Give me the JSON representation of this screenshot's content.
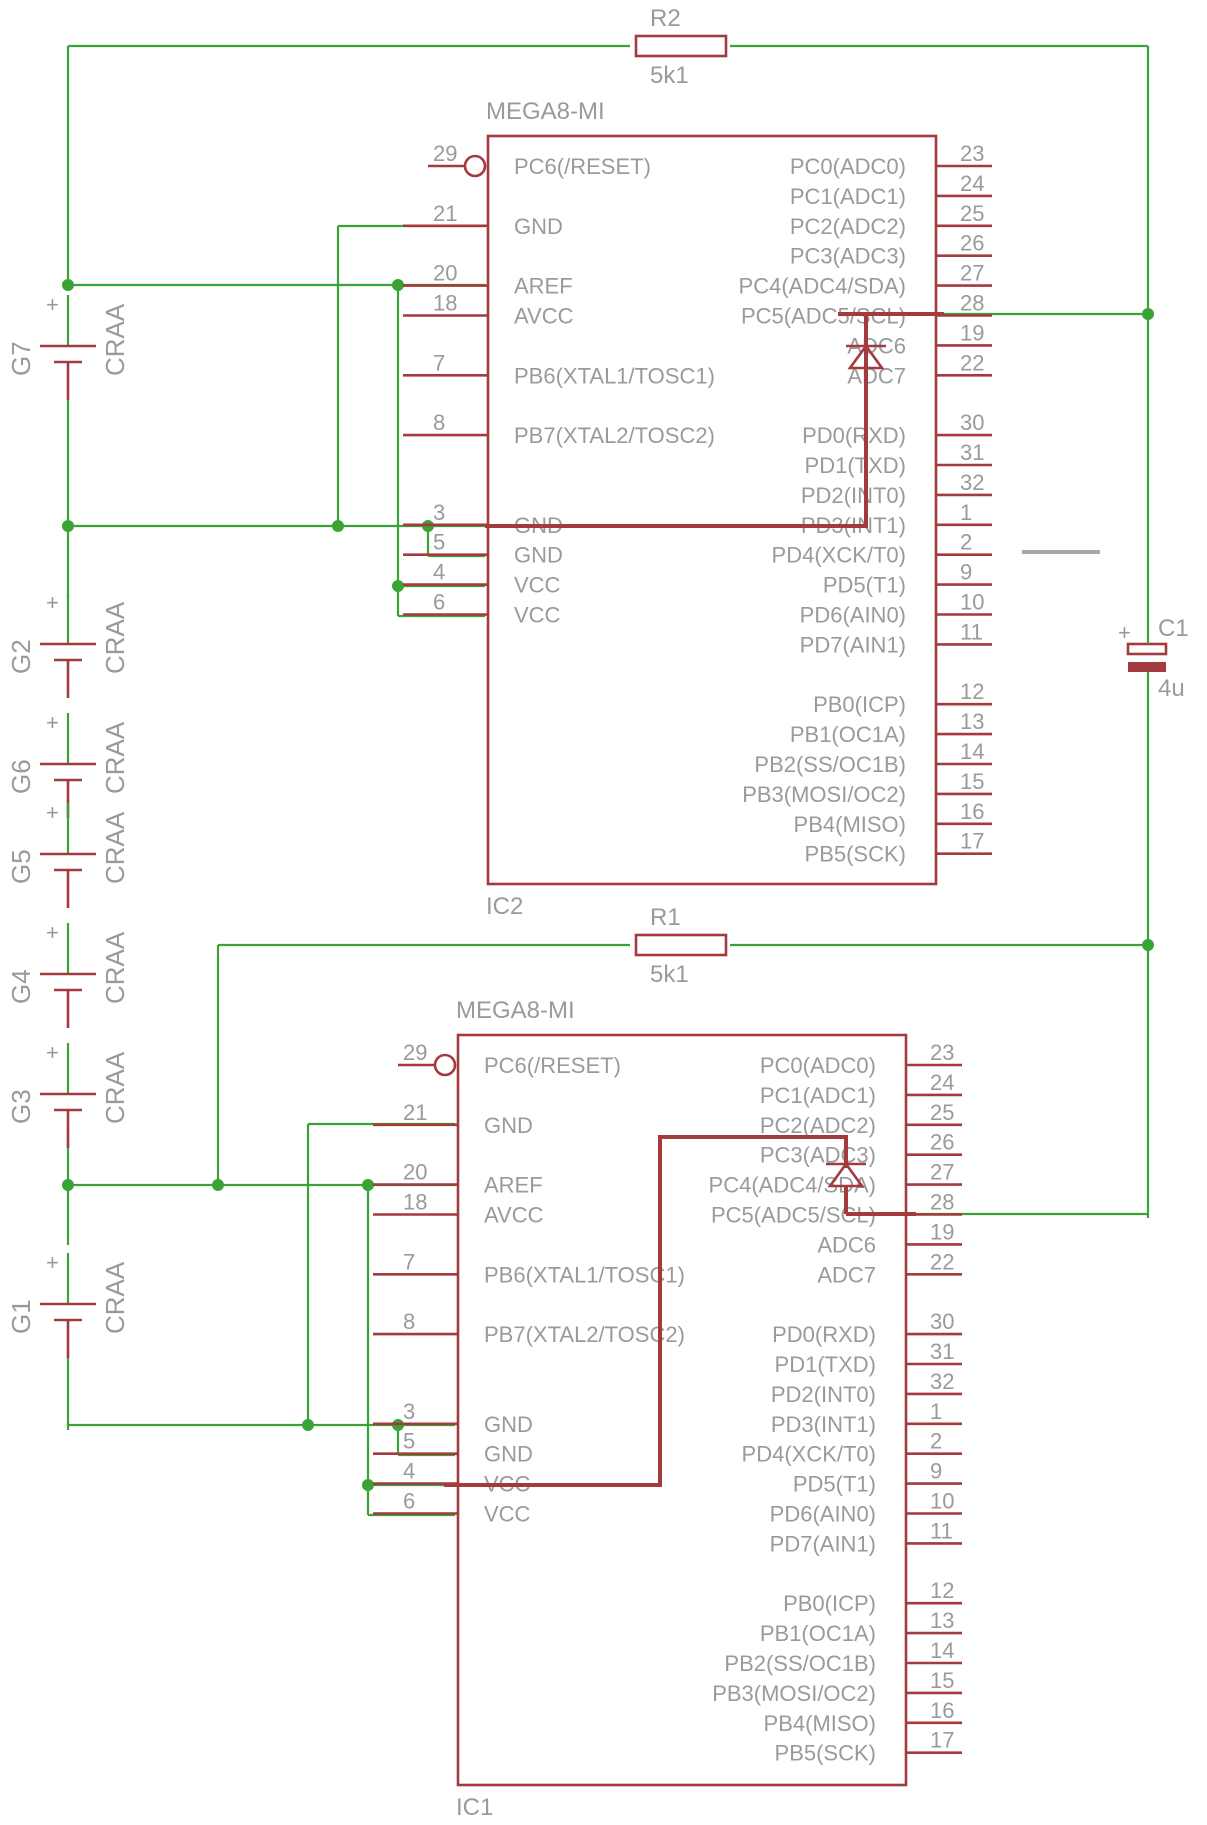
{
  "resistors": [
    {
      "name": "R2",
      "value": "5k1"
    },
    {
      "name": "R1",
      "value": "5k1"
    }
  ],
  "capacitor": {
    "name": "C1",
    "value": "4u",
    "polarity": "+"
  },
  "batteries": [
    {
      "name": "G7",
      "type": "CRAA",
      "plus": "+"
    },
    {
      "name": "G2",
      "type": "CRAA",
      "plus": "+"
    },
    {
      "name": "G6",
      "type": "CRAA",
      "plus": "+"
    },
    {
      "name": "G5",
      "type": "CRAA",
      "plus": "+"
    },
    {
      "name": "G4",
      "type": "CRAA",
      "plus": "+"
    },
    {
      "name": "G3",
      "type": "CRAA",
      "plus": "+"
    },
    {
      "name": "G1",
      "type": "CRAA",
      "plus": "+"
    }
  ],
  "ics": [
    {
      "name": "IC2",
      "part": "MEGA8-MI",
      "left_pins": [
        {
          "num": "29",
          "label": "PC6(/RESET)"
        },
        {
          "num": "21",
          "label": "GND"
        },
        {
          "num": "20",
          "label": "AREF"
        },
        {
          "num": "18",
          "label": "AVCC"
        },
        {
          "num": "7",
          "label": "PB6(XTAL1/TOSC1)"
        },
        {
          "num": "8",
          "label": "PB7(XTAL2/TOSC2)"
        },
        {
          "num": "3",
          "label": "GND"
        },
        {
          "num": "5",
          "label": "GND"
        },
        {
          "num": "4",
          "label": "VCC"
        },
        {
          "num": "6",
          "label": "VCC"
        }
      ],
      "right_pins": [
        {
          "num": "23",
          "label": "PC0(ADC0)"
        },
        {
          "num": "24",
          "label": "PC1(ADC1)"
        },
        {
          "num": "25",
          "label": "PC2(ADC2)"
        },
        {
          "num": "26",
          "label": "PC3(ADC3)"
        },
        {
          "num": "27",
          "label": "PC4(ADC4/SDA)"
        },
        {
          "num": "28",
          "label": "PC5(ADC5/SCL)"
        },
        {
          "num": "19",
          "label": "ADC6"
        },
        {
          "num": "22",
          "label": "ADC7"
        },
        {
          "num": "30",
          "label": "PD0(RXD)"
        },
        {
          "num": "31",
          "label": "PD1(TXD)"
        },
        {
          "num": "32",
          "label": "PD2(INT0)"
        },
        {
          "num": "1",
          "label": "PD3(INT1)"
        },
        {
          "num": "2",
          "label": "PD4(XCK/T0)"
        },
        {
          "num": "9",
          "label": "PD5(T1)"
        },
        {
          "num": "10",
          "label": "PD6(AIN0)"
        },
        {
          "num": "11",
          "label": "PD7(AIN1)"
        },
        {
          "num": "12",
          "label": "PB0(ICP)"
        },
        {
          "num": "13",
          "label": "PB1(OC1A)"
        },
        {
          "num": "14",
          "label": "PB2(SS/OC1B)"
        },
        {
          "num": "15",
          "label": "PB3(MOSI/OC2)"
        },
        {
          "num": "16",
          "label": "PB4(MISO)"
        },
        {
          "num": "17",
          "label": "PB5(SCK)"
        }
      ]
    },
    {
      "name": "IC1",
      "part": "MEGA8-MI",
      "left_pins": [
        {
          "num": "29",
          "label": "PC6(/RESET)"
        },
        {
          "num": "21",
          "label": "GND"
        },
        {
          "num": "20",
          "label": "AREF"
        },
        {
          "num": "18",
          "label": "AVCC"
        },
        {
          "num": "7",
          "label": "PB6(XTAL1/TOSC1)"
        },
        {
          "num": "8",
          "label": "PB7(XTAL2/TOSC2)"
        },
        {
          "num": "3",
          "label": "GND"
        },
        {
          "num": "5",
          "label": "GND"
        },
        {
          "num": "4",
          "label": "VCC"
        },
        {
          "num": "6",
          "label": "VCC"
        }
      ],
      "right_pins": [
        {
          "num": "23",
          "label": "PC0(ADC0)"
        },
        {
          "num": "24",
          "label": "PC1(ADC1)"
        },
        {
          "num": "25",
          "label": "PC2(ADC2)"
        },
        {
          "num": "26",
          "label": "PC3(ADC3)"
        },
        {
          "num": "27",
          "label": "PC4(ADC4/SDA)"
        },
        {
          "num": "28",
          "label": "PC5(ADC5/SCL)"
        },
        {
          "num": "19",
          "label": "ADC6"
        },
        {
          "num": "22",
          "label": "ADC7"
        },
        {
          "num": "30",
          "label": "PD0(RXD)"
        },
        {
          "num": "31",
          "label": "PD1(TXD)"
        },
        {
          "num": "32",
          "label": "PD2(INT0)"
        },
        {
          "num": "1",
          "label": "PD3(INT1)"
        },
        {
          "num": "2",
          "label": "PD4(XCK/T0)"
        },
        {
          "num": "9",
          "label": "PD5(T1)"
        },
        {
          "num": "10",
          "label": "PD6(AIN0)"
        },
        {
          "num": "11",
          "label": "PD7(AIN1)"
        },
        {
          "num": "12",
          "label": "PB0(ICP)"
        },
        {
          "num": "13",
          "label": "PB1(OC1A)"
        },
        {
          "num": "14",
          "label": "PB2(SS/OC1B)"
        },
        {
          "num": "15",
          "label": "PB3(MOSI/OC2)"
        },
        {
          "num": "16",
          "label": "PB4(MISO)"
        },
        {
          "num": "17",
          "label": "PB5(SCK)"
        }
      ]
    }
  ],
  "colors": {
    "wire": "#3aa336",
    "part": "#a33a3e",
    "label": "#9a9a9a"
  }
}
